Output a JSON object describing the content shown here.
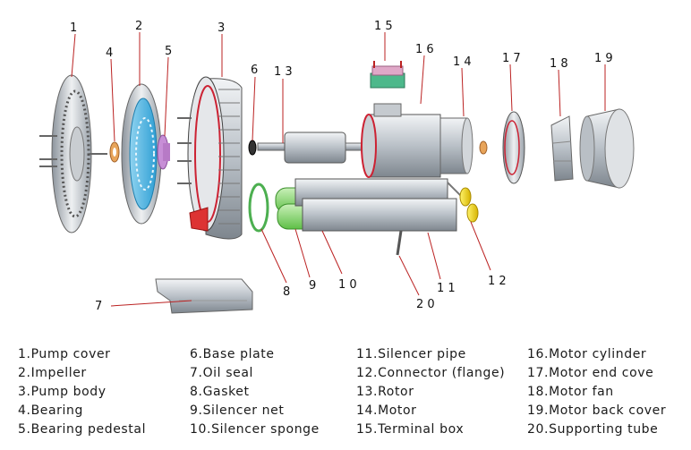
{
  "callouts": [
    "1",
    "2",
    "3",
    "4",
    "5",
    "6",
    "7",
    "1 3",
    "1 5",
    "1 6",
    "1 4",
    "1 7",
    "1 8",
    "1 9",
    "8",
    "9",
    "1 0",
    "1 1",
    "1 2",
    "2 0"
  ],
  "legend": {
    "col1": [
      {
        "num": "1.",
        "label": "Pump cover"
      },
      {
        "num": "2.",
        "label": "Impeller"
      },
      {
        "num": "3.",
        "label": "Pump body"
      },
      {
        "num": "4.",
        "label": "Bearing"
      },
      {
        "num": "5.",
        "label": "Bearing pedestal"
      }
    ],
    "col2": [
      {
        "num": "6.",
        "label": "Base plate"
      },
      {
        "num": "7.",
        "label": "Oil seal"
      },
      {
        "num": "8.",
        "label": "Gasket"
      },
      {
        "num": "9.",
        "label": "Silencer net"
      },
      {
        "num": "10.",
        "label": "Silencer sponge"
      }
    ],
    "col3": [
      {
        "num": "11.",
        "label": "Silencer pipe"
      },
      {
        "num": "12.",
        "label": "Connector (flange)"
      },
      {
        "num": "13.",
        "label": "Rotor"
      },
      {
        "num": "14.",
        "label": "Motor"
      },
      {
        "num": "15.",
        "label": "Terminal box"
      }
    ],
    "col4": [
      {
        "num": "16.",
        "label": "Motor cylinder"
      },
      {
        "num": "17.",
        "label": "Motor end cove"
      },
      {
        "num": "18.",
        "label": "Motor fan"
      },
      {
        "num": "19.",
        "label": "Motor back cover"
      },
      {
        "num": "20.",
        "label": "Supporting tube"
      }
    ]
  }
}
